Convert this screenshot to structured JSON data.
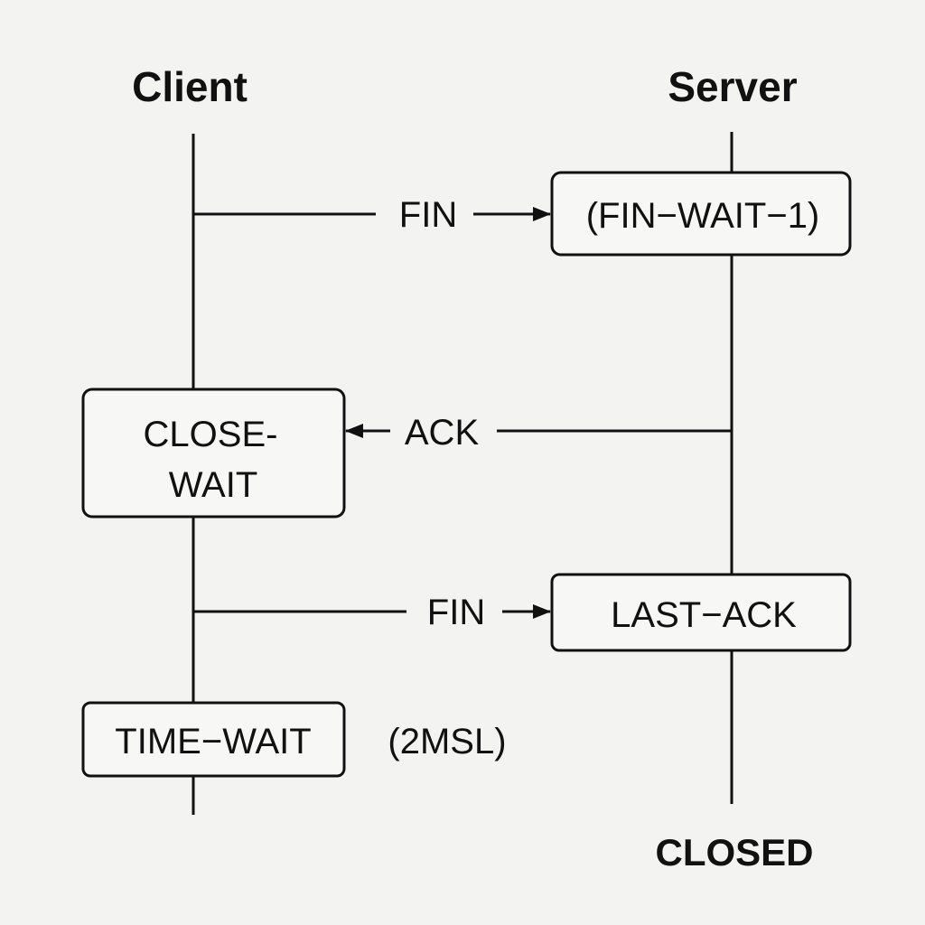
{
  "lifelines": {
    "client_label": "Client",
    "server_label": "Server"
  },
  "messages": [
    {
      "label": "FIN",
      "from": "Client",
      "to": "Server"
    },
    {
      "label": "ACK",
      "from": "Server",
      "to": "Client"
    },
    {
      "label": "FIN",
      "from": "Client",
      "to": "Server"
    }
  ],
  "states": {
    "fin_wait_1": "(FIN−WAIT−1)",
    "close_wait_line1": "CLOSE-",
    "close_wait_line2": "WAIT",
    "last_ack": "LAST−ACK",
    "time_wait": "TIME−WAIT",
    "closed": "CLOSED"
  },
  "notes": {
    "time_wait_duration": "(2MSL)"
  }
}
